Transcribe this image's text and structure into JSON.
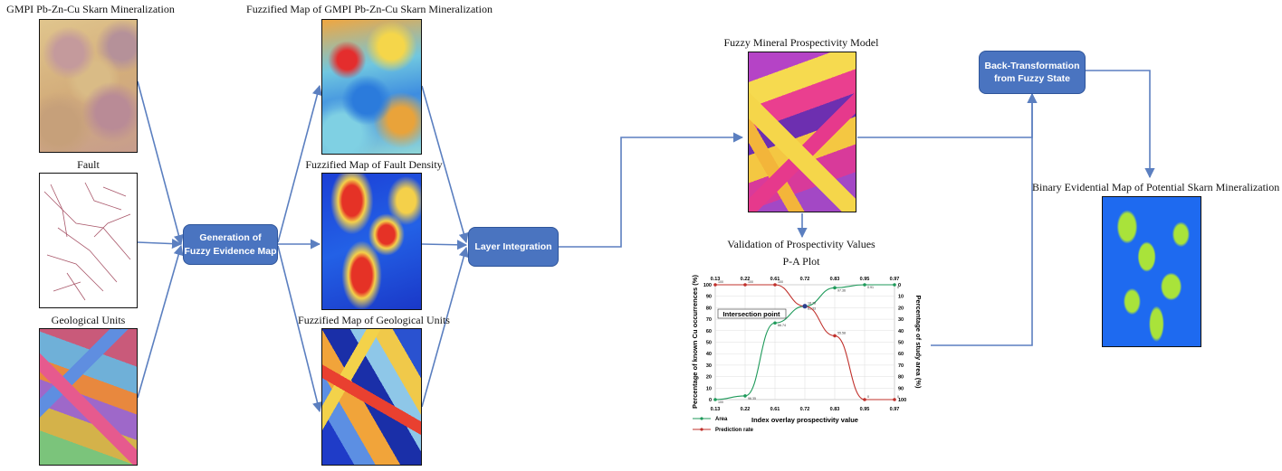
{
  "labels": {
    "gmpi": "GMPI Pb-Zn-Cu Skarn Mineralization",
    "fault": "Fault",
    "geo_units": "Geological Units",
    "fz_gmpi": "Fuzzified Map of GMPI Pb-Zn-Cu Skarn Mineralization",
    "fz_fault": "Fuzzified Map of Fault Density",
    "fz_geo": "Fuzzified Map of Geological Units",
    "fmpm": "Fuzzy Mineral Prospectivity Model",
    "validation": "Validation of Prospectivity Values",
    "binary": "Binary Evidential Map of Potential Skarn Mineralization"
  },
  "boxes": {
    "generation": "Generation of\nFuzzy Evidence Map",
    "integration": "Layer Integration",
    "back": "Back-Transformation\nfrom Fuzzy State"
  },
  "colors": {
    "box": "#4a74c0",
    "arrow": "#5b7fc0",
    "area_series": "#1e9a5a",
    "prediction_series": "#c0302b"
  },
  "chart_data": {
    "type": "line",
    "title": "P-A Plot",
    "xlabel": "Index overlay prospectivity value",
    "ylabel_left": "Percentage of known Cu occurrences (%)",
    "ylabel_right": "Percentage of study area (%)",
    "x_ticks": [
      "0.13",
      "0.22",
      "0.61",
      "0.72",
      "0.83",
      "0.95",
      "0.97"
    ],
    "y_left_ticks": [
      "0",
      "10",
      "20",
      "30",
      "40",
      "50",
      "60",
      "70",
      "80",
      "90",
      "100"
    ],
    "y_right_ticks": [
      "100",
      "90",
      "80",
      "70",
      "60",
      "50",
      "40",
      "30",
      "20",
      "10",
      "0"
    ],
    "ylim": [
      0,
      100
    ],
    "series": [
      {
        "name": "Area",
        "color": "#1e9a5a",
        "points": [
          [
            0,
            0
          ],
          [
            1,
            3.21
          ],
          [
            2,
            66.74
          ],
          [
            3,
            81.33
          ],
          [
            4,
            97.36
          ],
          [
            5,
            100
          ],
          [
            6,
            100
          ]
        ],
        "point_labels": [
          "100",
          "96.35",
          "66.74",
          "81.33",
          "97.36",
          "0.91",
          "0"
        ]
      },
      {
        "name": "Prediction rate",
        "color": "#c0302b",
        "points": [
          [
            0,
            100
          ],
          [
            1,
            100
          ],
          [
            2,
            100
          ],
          [
            3,
            81.33
          ],
          [
            4,
            55.58
          ],
          [
            5,
            0
          ],
          [
            6,
            0
          ]
        ],
        "point_labels": [
          "100",
          "100",
          "100",
          "18.78",
          "55.58",
          "0",
          "0"
        ]
      }
    ],
    "annotation": "Intersection point",
    "legend": [
      "Area",
      "Prediction rate"
    ]
  }
}
